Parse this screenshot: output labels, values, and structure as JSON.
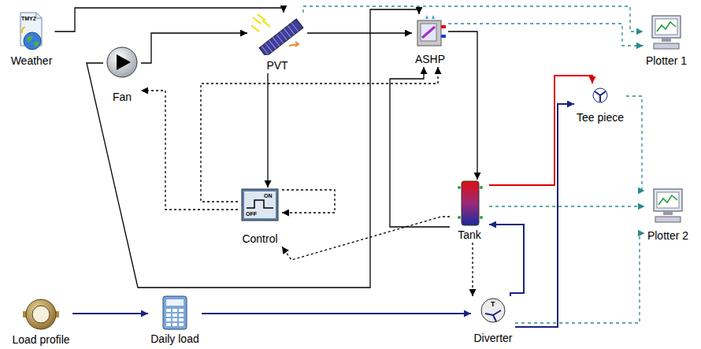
{
  "diagram": {
    "nodes": [
      {
        "text": [
          "Weather",
          "TMY2"
        ]
      },
      {
        "text": [
          "Fan"
        ]
      },
      {
        "text": [
          "PVT"
        ]
      },
      {
        "text": [
          "ASHP"
        ]
      },
      {
        "text": [
          "Plotter 1"
        ]
      },
      {
        "text": [
          "Tee piece"
        ]
      },
      {
        "text": [
          "Control",
          "ON",
          "OFF"
        ]
      },
      {
        "text": [
          "Tank"
        ]
      },
      {
        "text": [
          "Plotter 2"
        ]
      },
      {
        "text": [
          "Load profile"
        ]
      },
      {
        "text": [
          "Daily load"
        ]
      },
      {
        "text": [
          "Diverter",
          "T"
        ]
      }
    ],
    "edges": [
      {
        "from": 0,
        "to": 2,
        "arrow": "to"
      },
      {
        "from": 1,
        "to": 2,
        "arrow": "to"
      },
      {
        "from": 2,
        "to": 3,
        "arrow": "to"
      },
      {
        "from": 2,
        "to": 6,
        "arrow": "to"
      },
      {
        "from": 3,
        "to": 7,
        "arrow": "to"
      },
      {
        "from": 7,
        "to": 3,
        "arrow": "to"
      },
      {
        "from": 1,
        "to": 3,
        "arrow": "to"
      },
      {
        "from": 7,
        "to": 5,
        "arrow": "to"
      },
      {
        "from": 11,
        "to": 5,
        "arrow": "to"
      },
      {
        "from": 11,
        "to": 7,
        "arrow": "to"
      },
      {
        "from": 9,
        "to": 10,
        "arrow": "to"
      },
      {
        "from": 10,
        "to": 11,
        "arrow": "to"
      },
      {
        "from": 6,
        "to": 1,
        "arrow": "to"
      },
      {
        "from": 6,
        "to": 3,
        "arrow": "to"
      },
      {
        "from": 7,
        "to": 6,
        "arrow": "to"
      },
      {
        "from": 7,
        "to": 11,
        "arrow": "to"
      },
      {
        "from": 7,
        "to": 8,
        "arrow": "to"
      },
      {
        "from": 5,
        "to": 8,
        "arrow": "to"
      },
      {
        "from": 11,
        "to": 8,
        "arrow": "to"
      },
      {
        "from": 2,
        "to": 4,
        "arrow": "to"
      },
      {
        "from": 3,
        "to": 4,
        "arrow": "to"
      },
      {
        "from": 6,
        "to": 6,
        "arrow": "to"
      }
    ]
  }
}
